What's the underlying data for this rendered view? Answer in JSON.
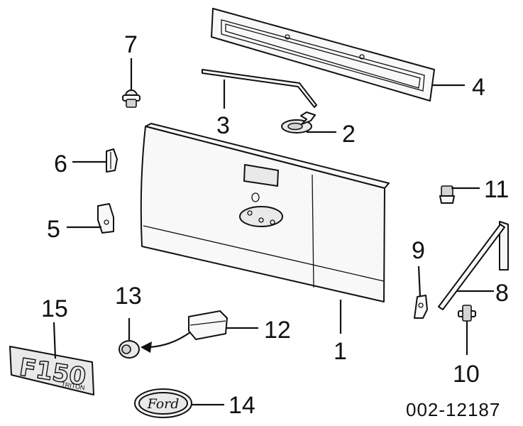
{
  "callouts": {
    "c1": "1",
    "c2": "2",
    "c3": "3",
    "c4": "4",
    "c5": "5",
    "c6": "6",
    "c7": "7",
    "c8": "8",
    "c9": "9",
    "c10": "10",
    "c11": "11",
    "c12": "12",
    "c13": "13",
    "c14": "14",
    "c15": "15"
  },
  "reference_code": "002-12187",
  "badge_text": {
    "f150": "F150",
    "triton": "TRITON",
    "ford": "Ford"
  }
}
